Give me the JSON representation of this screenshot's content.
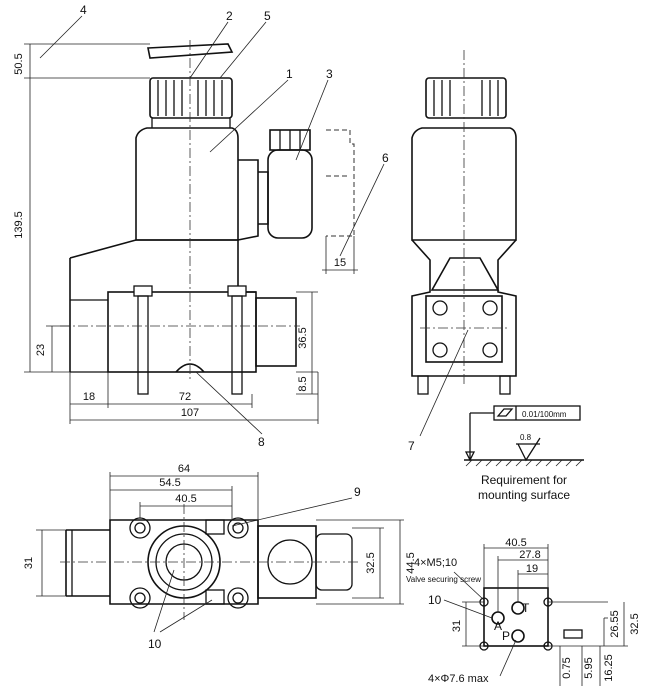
{
  "callouts": {
    "c1": "1",
    "c2": "2",
    "c3": "3",
    "c4": "4",
    "c5": "5",
    "c6": "6",
    "c7": "7",
    "c8": "8",
    "c9": "9",
    "c10a": "10",
    "c10b": "10"
  },
  "dims": {
    "h50_5": "50.5",
    "h139_5": "139.5",
    "h23": "23",
    "h36_5": "36.5",
    "h8_5": "8.5",
    "w18": "18",
    "w72": "72",
    "w107": "107",
    "w15": "15",
    "w64": "64",
    "w54_5": "54.5",
    "w40_5": "40.5",
    "h31": "31",
    "h32_5": "32.5",
    "h44_5": "44.5",
    "m40_5": "40.5",
    "m27_8": "27.8",
    "m19": "19",
    "m31": "31",
    "m26_55": "26.55",
    "m32_5": "32.5",
    "m0_75": "0.75",
    "m5_95": "5.95",
    "m16_25": "16.25"
  },
  "flatness": {
    "tolerance": "0.01/100mm",
    "roughness": "0.8",
    "note_line1": "Requirement for",
    "note_line2": "mounting surface"
  },
  "mounting": {
    "thread": "4×M5;10",
    "screw_note": "Valve securing screw",
    "port_note": "4×Φ7.6 max",
    "port_A": "A",
    "port_T": "T",
    "port_P": "P",
    "ref_10": "10"
  }
}
